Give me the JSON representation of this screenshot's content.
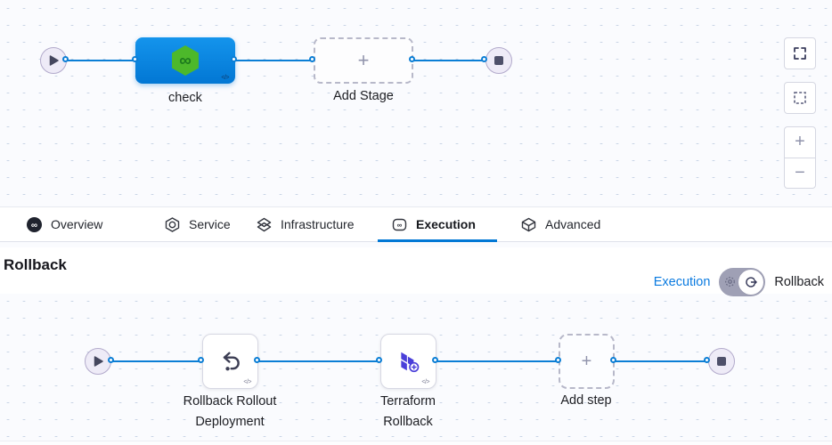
{
  "stage_pipeline": {
    "stage_name": "check",
    "add_stage_label": "Add Stage",
    "add_glyph": "+",
    "code_badge": "</>"
  },
  "canvas_controls": {
    "zoom_in_glyph": "+",
    "zoom_out_glyph": "−"
  },
  "tabs": {
    "items": [
      {
        "label": "Overview",
        "icon": "harness-logo-icon",
        "active": false
      },
      {
        "label": "Service",
        "icon": "service-icon",
        "active": false
      },
      {
        "label": "Infrastructure",
        "icon": "infrastructure-icon",
        "active": false
      },
      {
        "label": "Execution",
        "icon": "execution-icon",
        "active": true
      },
      {
        "label": "Advanced",
        "icon": "advanced-icon",
        "active": false
      }
    ]
  },
  "execution": {
    "heading": "Rollback",
    "toggle": {
      "inactive_label": "Execution",
      "active_label": "Rollback"
    },
    "steps": [
      {
        "name": "Rollback Rollout Deployment",
        "icon": "undo-icon"
      },
      {
        "name": "Terraform Rollback",
        "icon": "terraform-icon"
      }
    ],
    "add_step_label": "Add step",
    "add_glyph": "+",
    "code_badge": "</>"
  },
  "colors": {
    "accent_blue": "#0278d5",
    "stage_blue": "#0a86e0",
    "harness_green": "#4db82b",
    "terraform_purple": "#4a3fd9",
    "node_fill": "#eeebf7",
    "node_border": "#b2aacb",
    "canvas_dot": "#c9d5e6"
  }
}
